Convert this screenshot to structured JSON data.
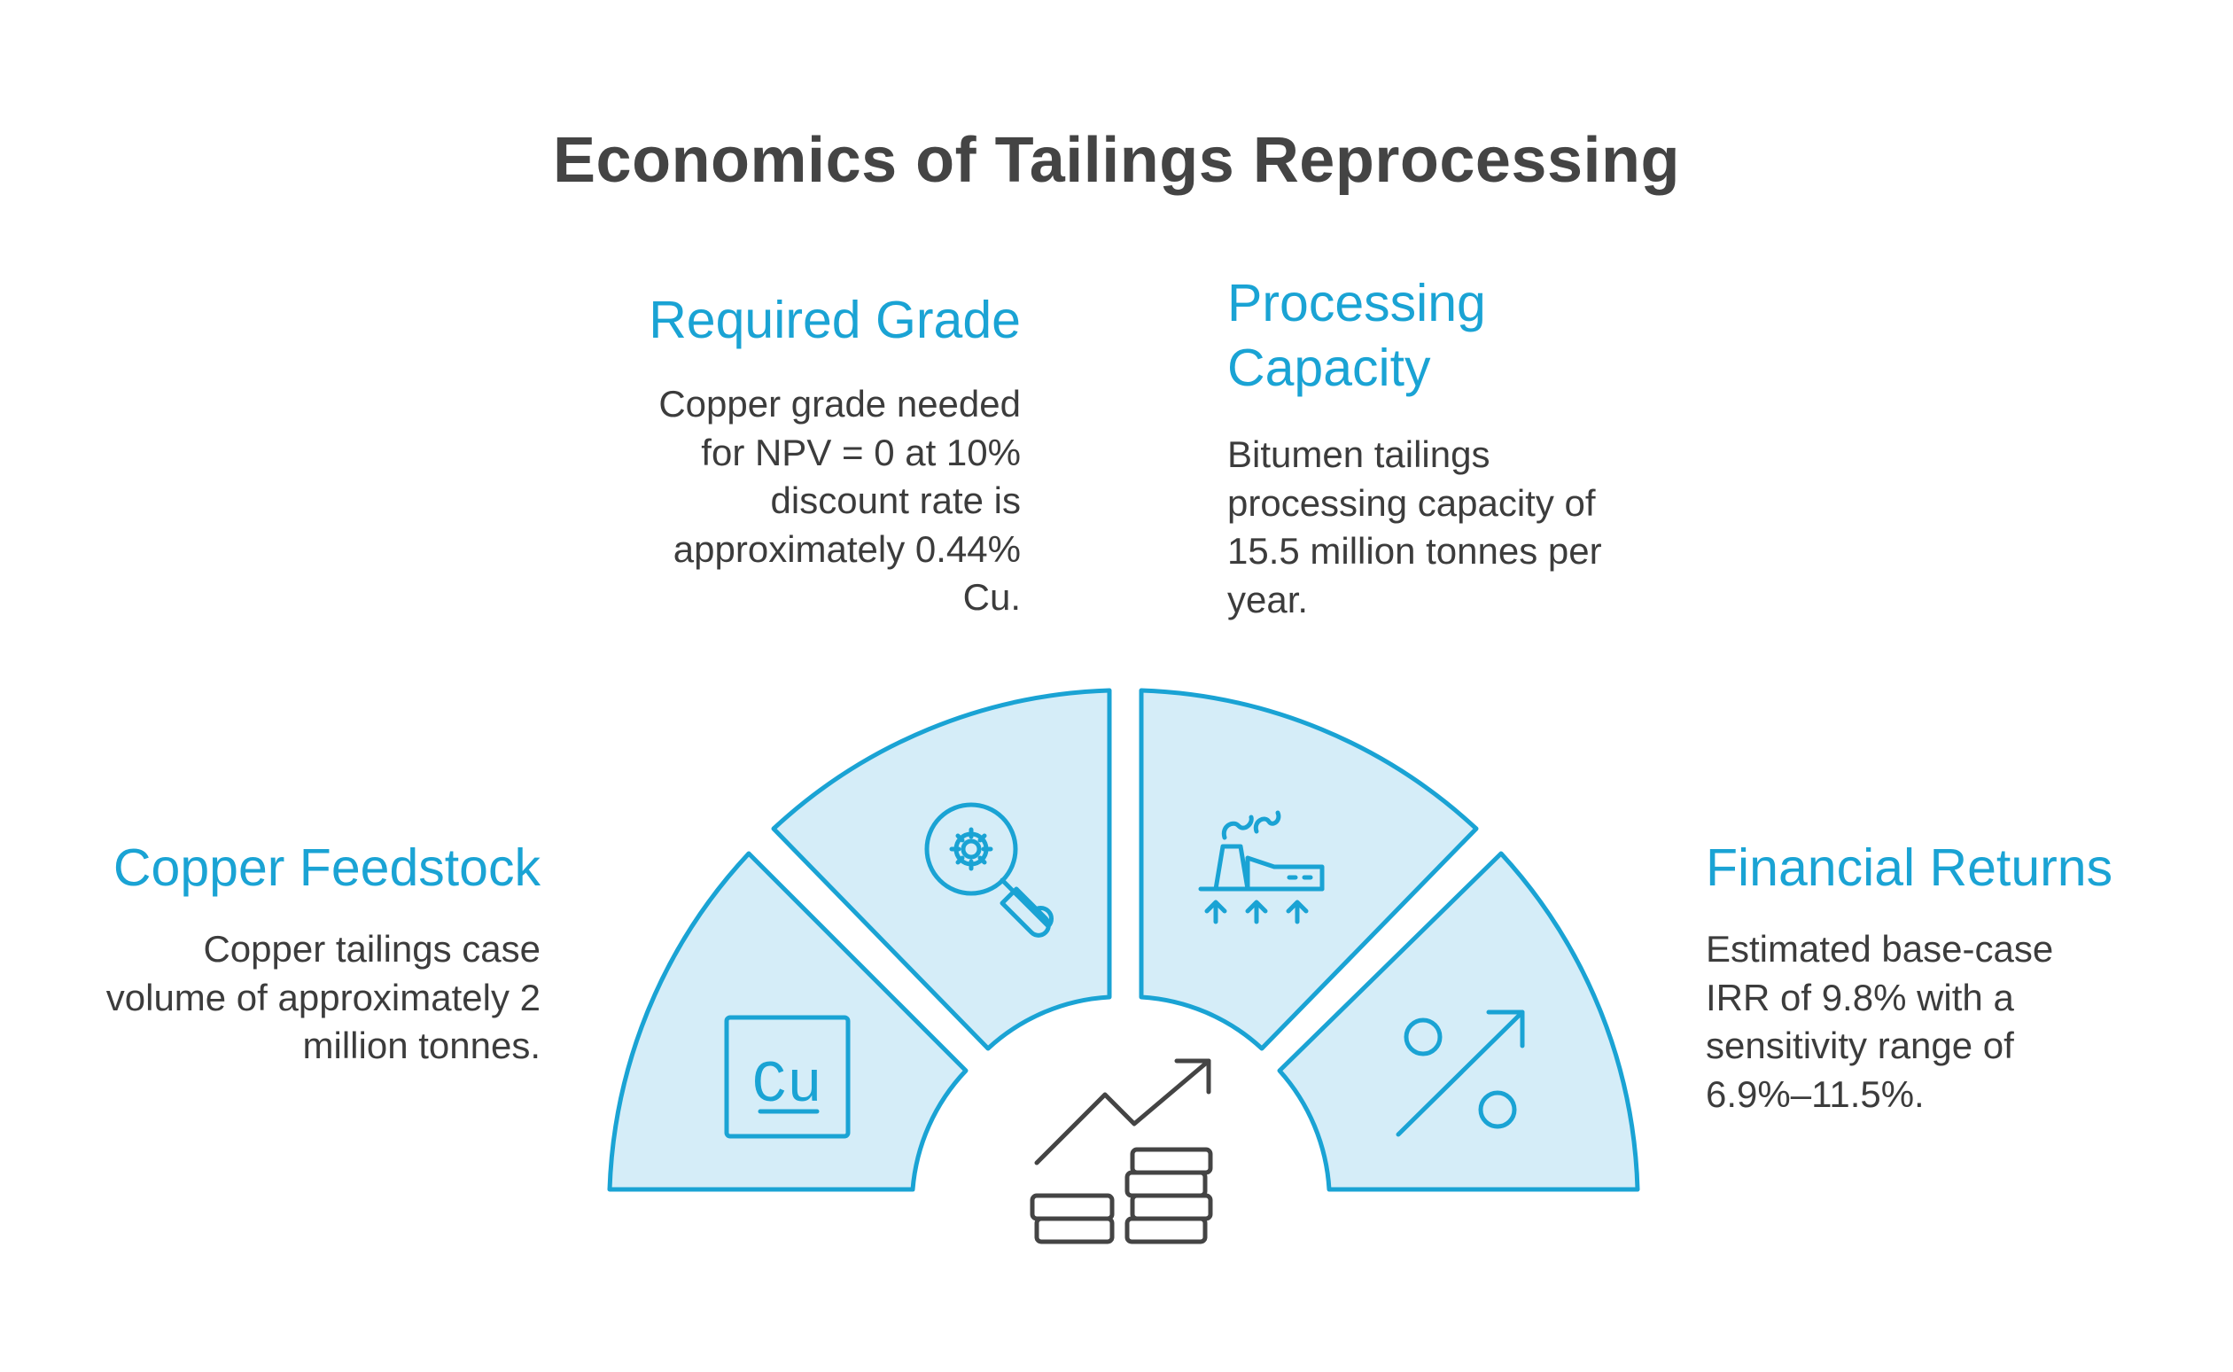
{
  "title": "Economics of Tailings Reprocessing",
  "colors": {
    "accent": "#1aa3d4",
    "segment_fill": "#d5edf8",
    "icon_stroke": "#444444",
    "text": "#3c3c3c"
  },
  "segments": [
    {
      "heading": "Copper Feedstock",
      "description": "Copper tailings case volume of approximately 2 million tonnes.",
      "icon": "cu-element-icon",
      "icon_text": "Cu"
    },
    {
      "heading": "Required Grade",
      "description": "Copper grade needed for NPV = 0 at 10% discount rate is approximately 0.44% Cu.",
      "icon": "magnifier-gear-icon"
    },
    {
      "heading": "Processing Capacity",
      "description": "Bitumen tailings processing capacity of 15.5 million tonnes per year.",
      "icon": "factory-icon"
    },
    {
      "heading": "Financial Returns",
      "description": "Estimated base-case IRR of 9.8% with a sensitivity range of 6.9%–11.5%.",
      "icon": "percent-trend-icon"
    }
  ],
  "center_icon": "coins-growth-icon"
}
